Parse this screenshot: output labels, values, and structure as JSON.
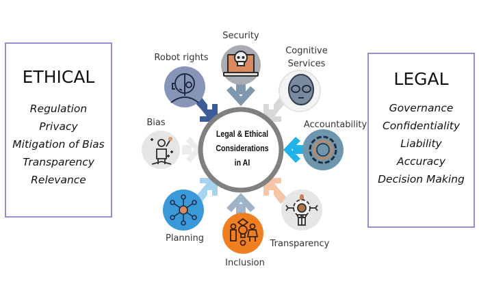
{
  "center": {
    "line1": "Legal & Ethical",
    "line2": "Considerations",
    "line3": "in AI"
  },
  "ethical": {
    "title": "ETHICAL",
    "items": [
      "Regulation",
      "Privacy",
      "Mitigation of Bias",
      "Transparency",
      "Relevance"
    ]
  },
  "legal": {
    "title": "LEGAL",
    "items": [
      "Governance",
      "Confidentiality",
      "Liability",
      "Accuracy",
      "Decision Making"
    ]
  },
  "nodes": {
    "security": {
      "label": "Security",
      "icon": "laptop-skull-icon",
      "color": "#a9adb3",
      "arrow_color": "#7f97ad"
    },
    "robot_rights": {
      "label": "Robot rights",
      "icon": "robot-head-icon",
      "color": "#8796b8",
      "arrow_color": "#3d5a99"
    },
    "cognitive": {
      "label_line1": "Cognitive",
      "label_line2": "Services",
      "icon": "alien-head-icon",
      "color": "#f1f1f1",
      "arrow_color": "#d8d8d8"
    },
    "bias": {
      "label": "Bias",
      "icon": "person-sparkles-icon",
      "color": "#e6e6e6",
      "arrow_color": "#ececec"
    },
    "accountability": {
      "label": "Accountability",
      "icon": "gear-cycle-icon",
      "color": "#6e96ae",
      "arrow_color": "#1fb3ea"
    },
    "planning": {
      "label": "Planning",
      "icon": "network-people-icon",
      "color": "#3a9ad9",
      "arrow_color": "#a7d3ee"
    },
    "inclusion": {
      "label": "Inclusion",
      "icon": "people-idea-icon",
      "color": "#f07f22",
      "arrow_color": "#9fb4c7"
    },
    "transparency": {
      "label": "Transparency",
      "icon": "gear-wrench-icon",
      "color": "#e6e6e6",
      "arrow_color": "#f6c5a8"
    }
  },
  "colors": {
    "ring": "#808080",
    "box_border": "#9b8ad0"
  }
}
